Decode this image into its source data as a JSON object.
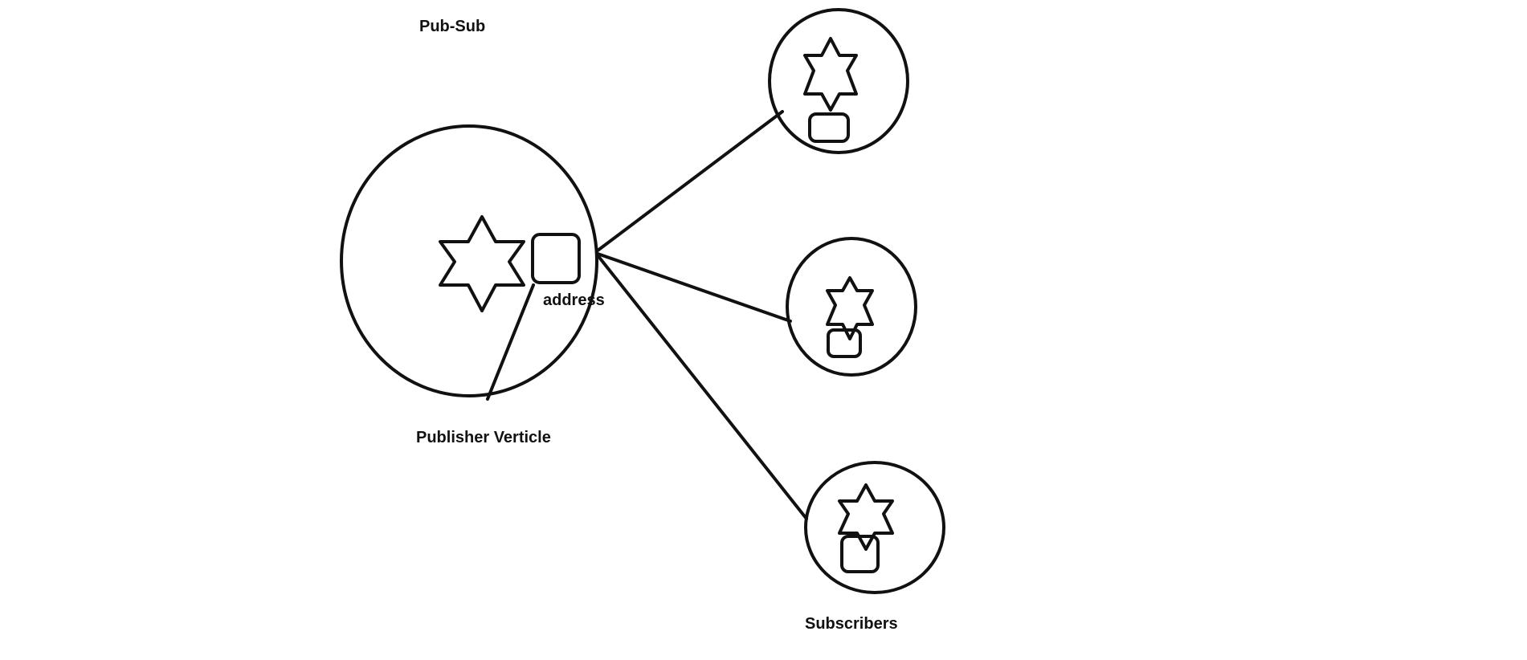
{
  "title": "Pub-Sub",
  "labels": {
    "address": "address",
    "publisher": "Publisher Verticle",
    "subscribers": "Subscribers"
  },
  "colors": {
    "stroke": "#111111",
    "background": "#ffffff"
  },
  "icons": {
    "verticle": "six-point-star-icon",
    "address": "rounded-square-icon"
  },
  "nodes": {
    "publisher": {
      "role": "publisher",
      "has_address": true
    },
    "subscribers": [
      {
        "role": "subscriber",
        "index": 1
      },
      {
        "role": "subscriber",
        "index": 2
      },
      {
        "role": "subscriber",
        "index": 3
      }
    ]
  }
}
